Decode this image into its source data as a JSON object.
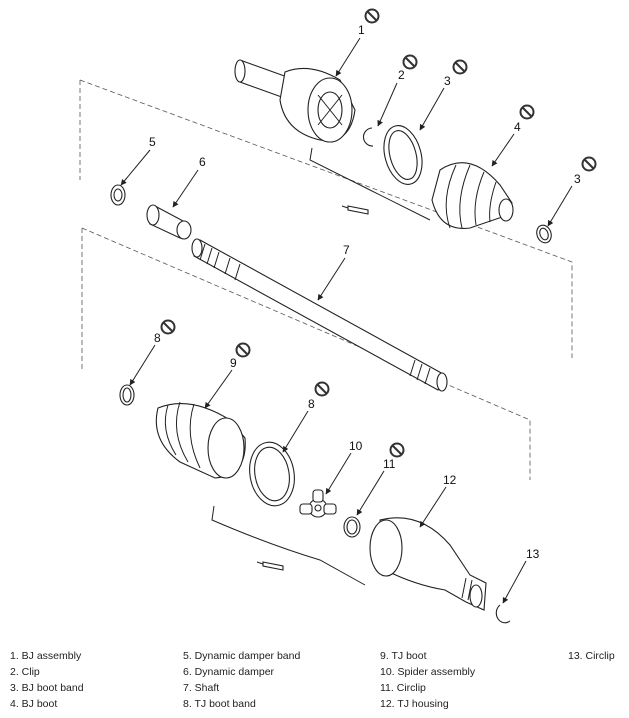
{
  "callouts": {
    "c1": "1",
    "c2": "2",
    "c3a": "3",
    "c3b": "3",
    "c4": "4",
    "c5": "5",
    "c6": "6",
    "c7": "7",
    "c8a": "8",
    "c8b": "8",
    "c9": "9",
    "c10": "10",
    "c11": "11",
    "c12": "12",
    "c13": "13"
  },
  "legend": {
    "col1": [
      "1. BJ assembly",
      "2. Clip",
      "3. BJ boot band",
      "4. BJ boot"
    ],
    "col2": [
      "5. Dynamic damper band",
      "6. Dynamic damper",
      "7. Shaft",
      "8. TJ boot band"
    ],
    "col3": [
      "9. TJ boot",
      "10. Spider assembly",
      "11. Circlip",
      "12. TJ housing"
    ],
    "col4": [
      "13. Circlip"
    ]
  },
  "icons": {
    "do_not_reuse": "prohibition-circle-icon",
    "grease": "grease-tube-icon"
  },
  "colors": {
    "line": "#222222",
    "background": "#ffffff"
  }
}
